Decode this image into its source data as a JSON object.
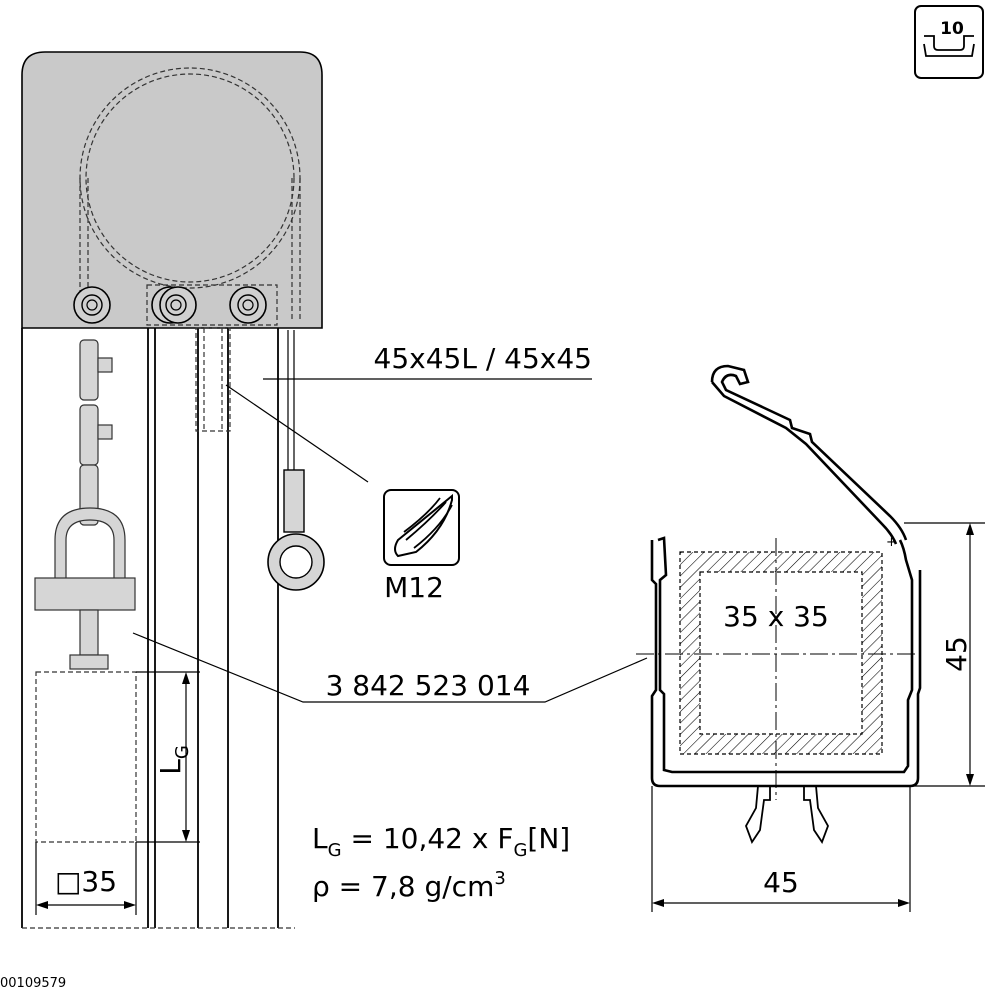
{
  "labels": {
    "profile": "45x45L / 45x45",
    "drill_thread": "M12",
    "part_number": "3 842 523 014",
    "weight_section": "35 x 35",
    "dim_height": "45",
    "dim_width": "45",
    "square_size": "□35",
    "length_symbol": "L",
    "length_subscript": "G",
    "formula_length_lhs": "L",
    "formula_length_lhs_sub": "G",
    "formula_length_mid": " = 10,42 x F",
    "formula_length_mid_sub": "G",
    "formula_length_unit": "[N]",
    "formula_density": "ρ = 7,8 g/cm",
    "formula_density_sup": "3",
    "slot_badge": "10",
    "drawing_id": "00109579"
  },
  "icons": {
    "slot_badge": "slot-size-10-icon",
    "drill": "drill-bit-icon"
  },
  "colors": {
    "housing_fill": "#c9c9c9",
    "line": "#000000"
  }
}
